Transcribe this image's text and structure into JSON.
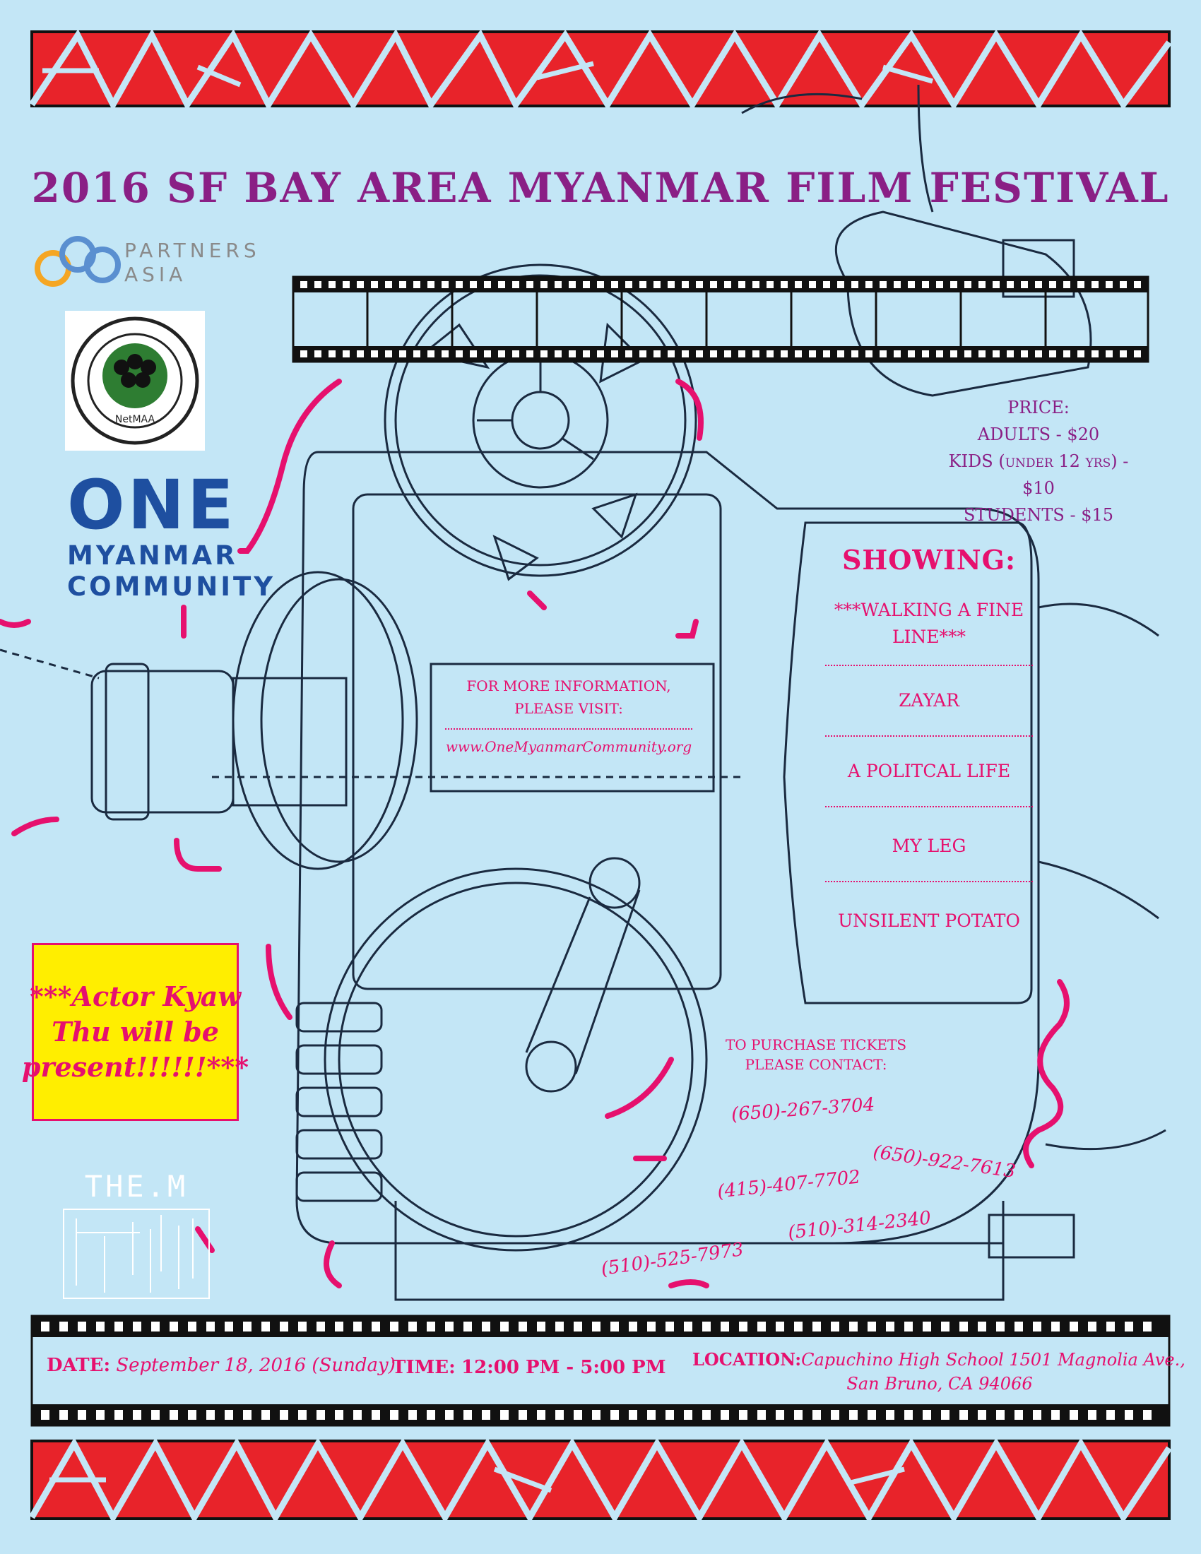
{
  "title": "2016 SF BAY AREA MYANMAR FILM FESTIVAL",
  "logos": {
    "partners_asia": [
      "PARTNERS",
      "ASIA"
    ],
    "netmaa": "NetMAA",
    "one_myanmar": {
      "big": "ONE",
      "line1": "MYANMAR",
      "line2": "COMMUNITY"
    },
    "the_m": "THE.M"
  },
  "price": {
    "heading": "PRICE:",
    "adults": "ADULTS - $20",
    "kids": "KIDS (under 12 yrs) - $10",
    "students": "STUDENTS - $15"
  },
  "showing": {
    "heading": "SHOWING:",
    "films": [
      "***WALKING A FINE LINE***",
      "ZAYAR",
      "A POLITCAL LIFE",
      "MY LEG",
      "UNSILENT POTATO"
    ]
  },
  "info": {
    "heading_line1": "FOR MORE INFORMATION,",
    "heading_line2": "PLEASE VISIT:",
    "url": "www.OneMyanmarCommunity.org"
  },
  "tickets": {
    "heading_line1": "TO PURCHASE TICKETS",
    "heading_line2": "PLEASE CONTACT:",
    "phones": [
      "(650)-267-3704",
      "(650)-922-7613",
      "(415)-407-7702",
      "(510)-314-2340",
      "(510)-525-7973"
    ]
  },
  "actor_note": "***Actor Kyaw Thu will be present!!!!!!***",
  "event": {
    "date_label": "DATE:",
    "date_value": "September 18, 2016 (Sunday)",
    "time_label": "TIME:",
    "time_value": "12:00 PM - 5:00 PM",
    "location_label": "LOCATION:",
    "location_line1": "Capuchino High School 1501 Magnolia Ave.,",
    "location_line2": "San Bruno, CA 94066"
  },
  "colors": {
    "background": "#c3e6f6",
    "title": "#8a1f85",
    "accent_pink": "#e6106e",
    "band_red": "#e8232a",
    "yellow": "#ffee00"
  }
}
